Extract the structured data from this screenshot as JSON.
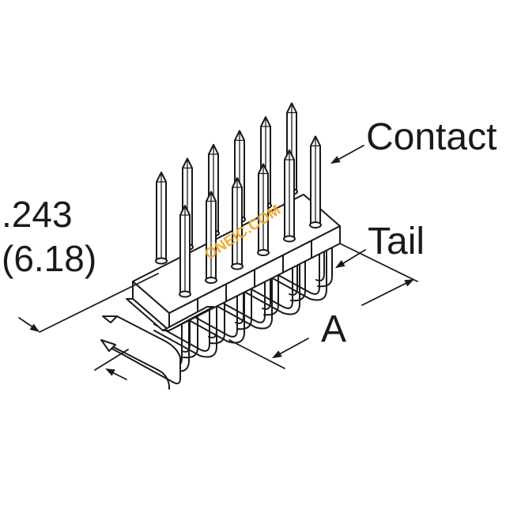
{
  "labels": {
    "contact": "Contact",
    "tail": "Tail",
    "dimension_a": "A",
    "height_in": ".243",
    "height_mm": "(6.18)"
  },
  "watermark": {
    "text": "ONEIC.COM",
    "color": "#f5a623"
  },
  "colors": {
    "line": "#1a1a1a",
    "background": "#ffffff"
  }
}
